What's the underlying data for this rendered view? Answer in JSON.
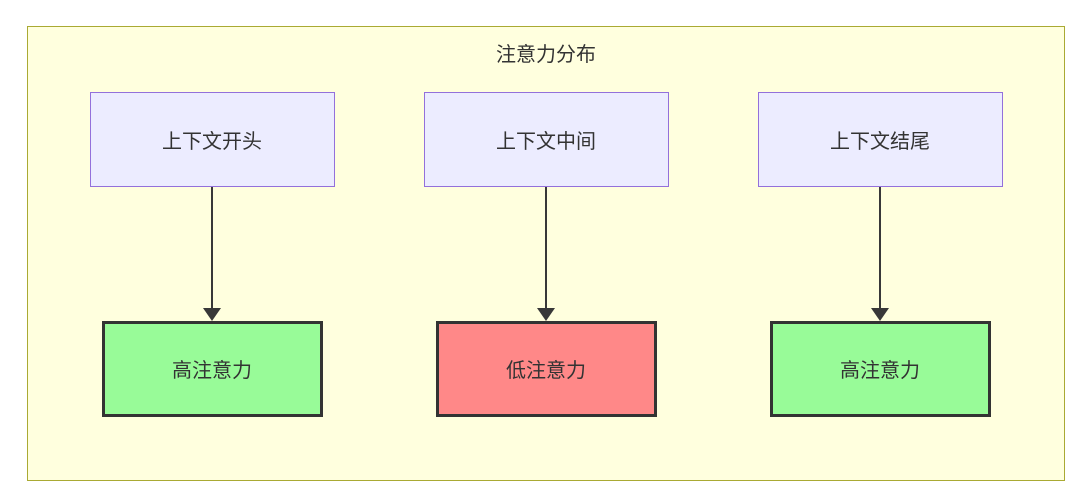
{
  "diagram": {
    "title": "注意力分布",
    "columns": [
      {
        "source": "上下文开头",
        "result": "高注意力",
        "attention": "high"
      },
      {
        "source": "上下文中间",
        "result": "低注意力",
        "attention": "low"
      },
      {
        "source": "上下文结尾",
        "result": "高注意力",
        "attention": "high"
      }
    ],
    "colors": {
      "cluster_fill": "#ffffde",
      "cluster_border": "#aaaa33",
      "source_fill": "#ececff",
      "source_border": "#9370db",
      "high_attention_fill": "#98fb98",
      "low_attention_fill": "#ff8888",
      "result_border": "#333333",
      "arrow": "#383838",
      "text": "#333333"
    }
  }
}
